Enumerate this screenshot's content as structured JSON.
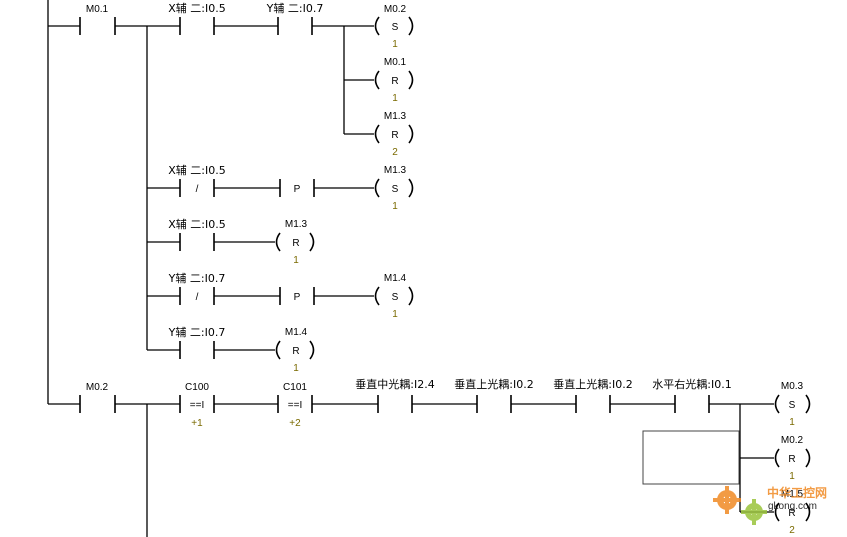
{
  "contacts": {
    "c1": {
      "label": "M0.1"
    },
    "c2": {
      "label": "X辅 二:I0.5"
    },
    "c3": {
      "label": "Y辅 二:I0.7"
    },
    "c4": {
      "label": "X辅 二:I0.5",
      "symbol": "/"
    },
    "c5": {
      "label": "X辅 二:I0.5"
    },
    "c6": {
      "label": "Y辅 二:I0.7",
      "symbol": "/"
    },
    "c7": {
      "label": "Y辅 二:I0.7"
    },
    "c8": {
      "label": "M0.2"
    },
    "c9": {
      "label": "C100",
      "symbol": "==I",
      "sub": "+1"
    },
    "c10": {
      "label": "C101",
      "symbol": "==I",
      "sub": "+2"
    },
    "c11": {
      "label": "垂直中光耦:I2.4"
    },
    "c12": {
      "label": "垂直上光耦:I0.2"
    },
    "c13": {
      "label": "垂直上光耦:I0.2"
    },
    "c14": {
      "label": "水平右光耦:I0.1"
    }
  },
  "pulses": {
    "p1": {
      "symbol": "P"
    },
    "p2": {
      "symbol": "P"
    }
  },
  "coils": {
    "k1": {
      "label": "M0.2",
      "symbol": "S",
      "count": "1"
    },
    "k2": {
      "label": "M0.1",
      "symbol": "R",
      "count": "1"
    },
    "k3": {
      "label": "M1.3",
      "symbol": "R",
      "count": "2"
    },
    "k4": {
      "label": "M1.3",
      "symbol": "S",
      "count": "1"
    },
    "k5": {
      "label": "M1.3",
      "symbol": "R",
      "count": "1"
    },
    "k6": {
      "label": "M1.4",
      "symbol": "S",
      "count": "1"
    },
    "k7": {
      "label": "M1.4",
      "symbol": "R",
      "count": "1"
    },
    "k8": {
      "label": "M0.3",
      "symbol": "S",
      "count": "1"
    },
    "k9": {
      "label": "M0.2",
      "symbol": "R",
      "count": "1"
    },
    "k10": {
      "label": "M1.5",
      "symbol": "R",
      "count": "2"
    }
  },
  "watermark": {
    "text": "中华工控网",
    "url": "gkong.com"
  },
  "colors": {
    "wire": "#000000",
    "count_text": "#7a6a00",
    "watermark": "#f08a24"
  }
}
